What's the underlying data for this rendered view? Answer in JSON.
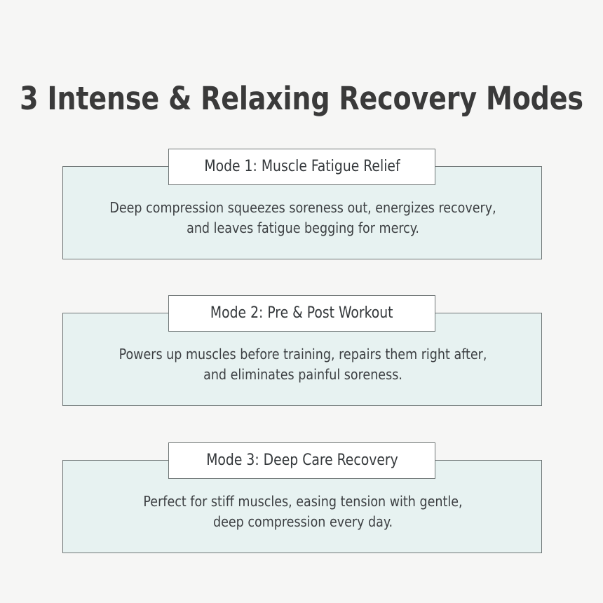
{
  "page": {
    "background_color": "#f6f6f5",
    "title": "3 Intense & Relaxing Recovery Modes"
  },
  "theme": {
    "card_fill": "#e7f2f1",
    "badge_fill": "#ffffff",
    "border_color": "#6f7676",
    "title_color": "#3a3a3a",
    "body_text_color": "#3c3f42",
    "badge_text_color": "#34383b"
  },
  "modes": [
    {
      "badge": "Mode 1: Muscle Fatigue Relief",
      "description": "Deep compression squeezes soreness out, energizes recovery,\nand leaves fatigue begging for mercy."
    },
    {
      "badge": "Mode 2: Pre & Post Workout",
      "description": "Powers up muscles before training, repairs them right after,\nand eliminates painful soreness."
    },
    {
      "badge": "Mode 3: Deep Care Recovery",
      "description": "Perfect for stiff muscles, easing tension with gentle,\ndeep compression every day."
    }
  ]
}
